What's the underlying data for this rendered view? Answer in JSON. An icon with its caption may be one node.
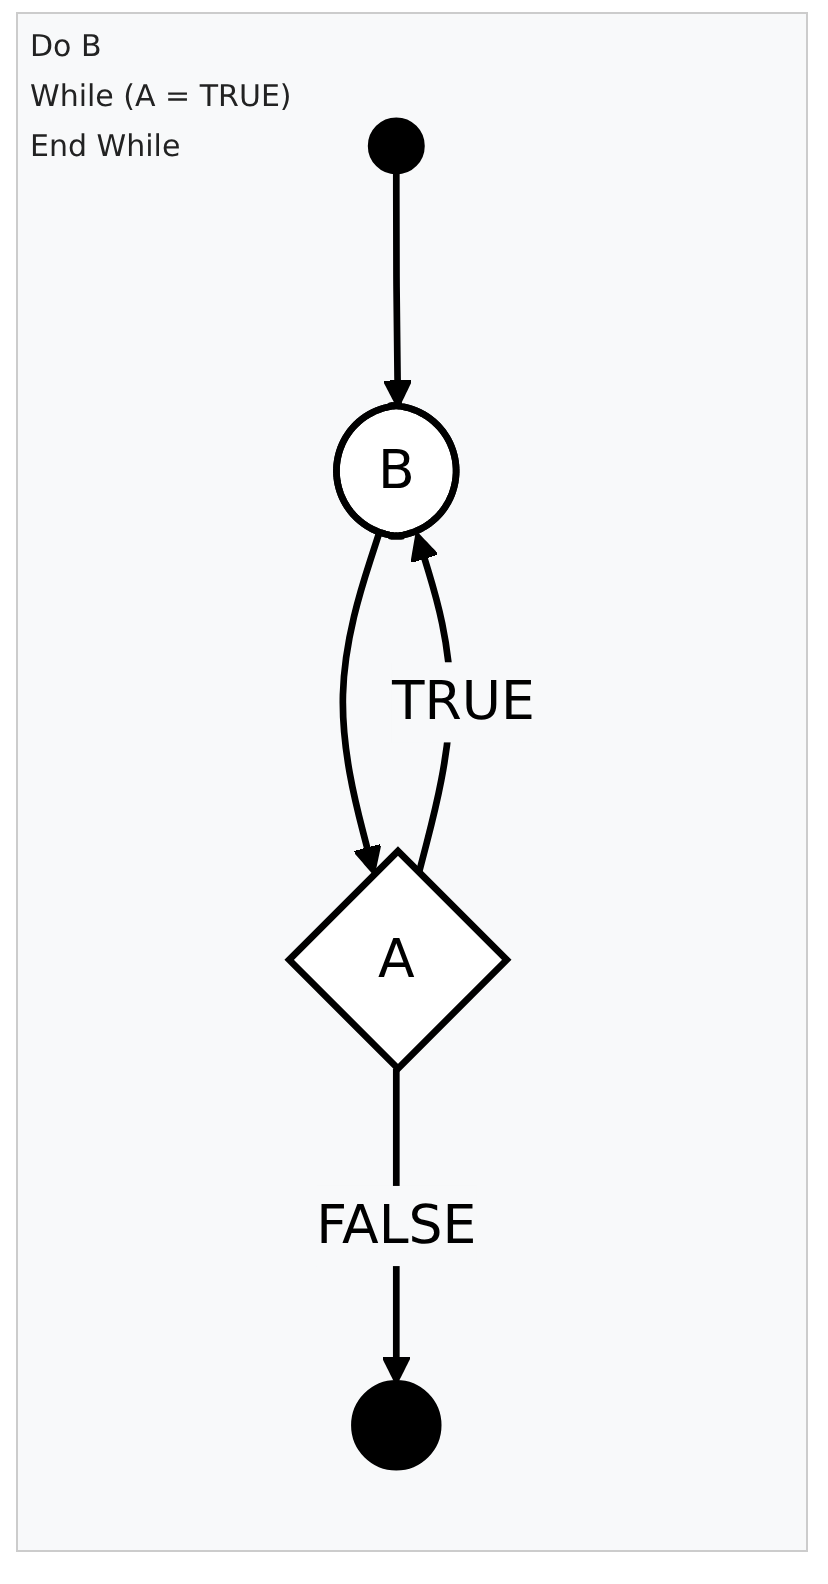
{
  "diagram": {
    "nodes": [
      {
        "text": [],
        "shape": "circle"
      },
      {
        "text": [
          "B"
        ]
      },
      {
        "text": [
          "A"
        ]
      },
      {
        "text": [],
        "shape": "circle"
      }
    ],
    "edges": [
      {
        "from": 0,
        "to": 1,
        "arrow": "to"
      },
      {
        "from": 1,
        "to": 2,
        "arrow": "to"
      },
      {
        "from": 2,
        "to": 1,
        "label": "TRUE",
        "arrow": "to"
      },
      {
        "from": 2,
        "to": 3,
        "label": "FALSE",
        "arrow": "to"
      }
    ],
    "labels": [
      "Do B",
      "While (A = TRUE)",
      "End While"
    ]
  }
}
